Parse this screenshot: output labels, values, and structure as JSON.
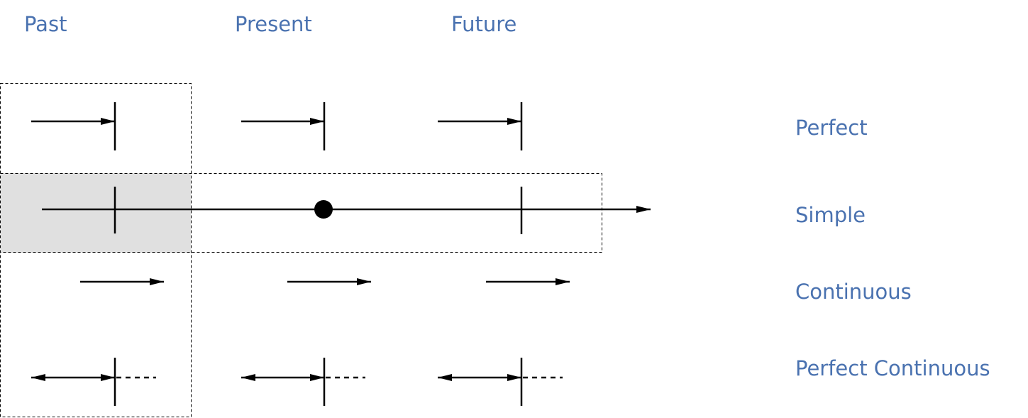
{
  "columns": {
    "past": "Past",
    "present": "Present",
    "future": "Future"
  },
  "rows": {
    "perfect": "Perfect",
    "simple": "Simple",
    "continuous": "Continuous",
    "perfect_continuous": "Perfect Continuous"
  },
  "colors": {
    "label": "#4a72b0",
    "line": "#000000",
    "highlight": "#e0e0e0"
  }
}
